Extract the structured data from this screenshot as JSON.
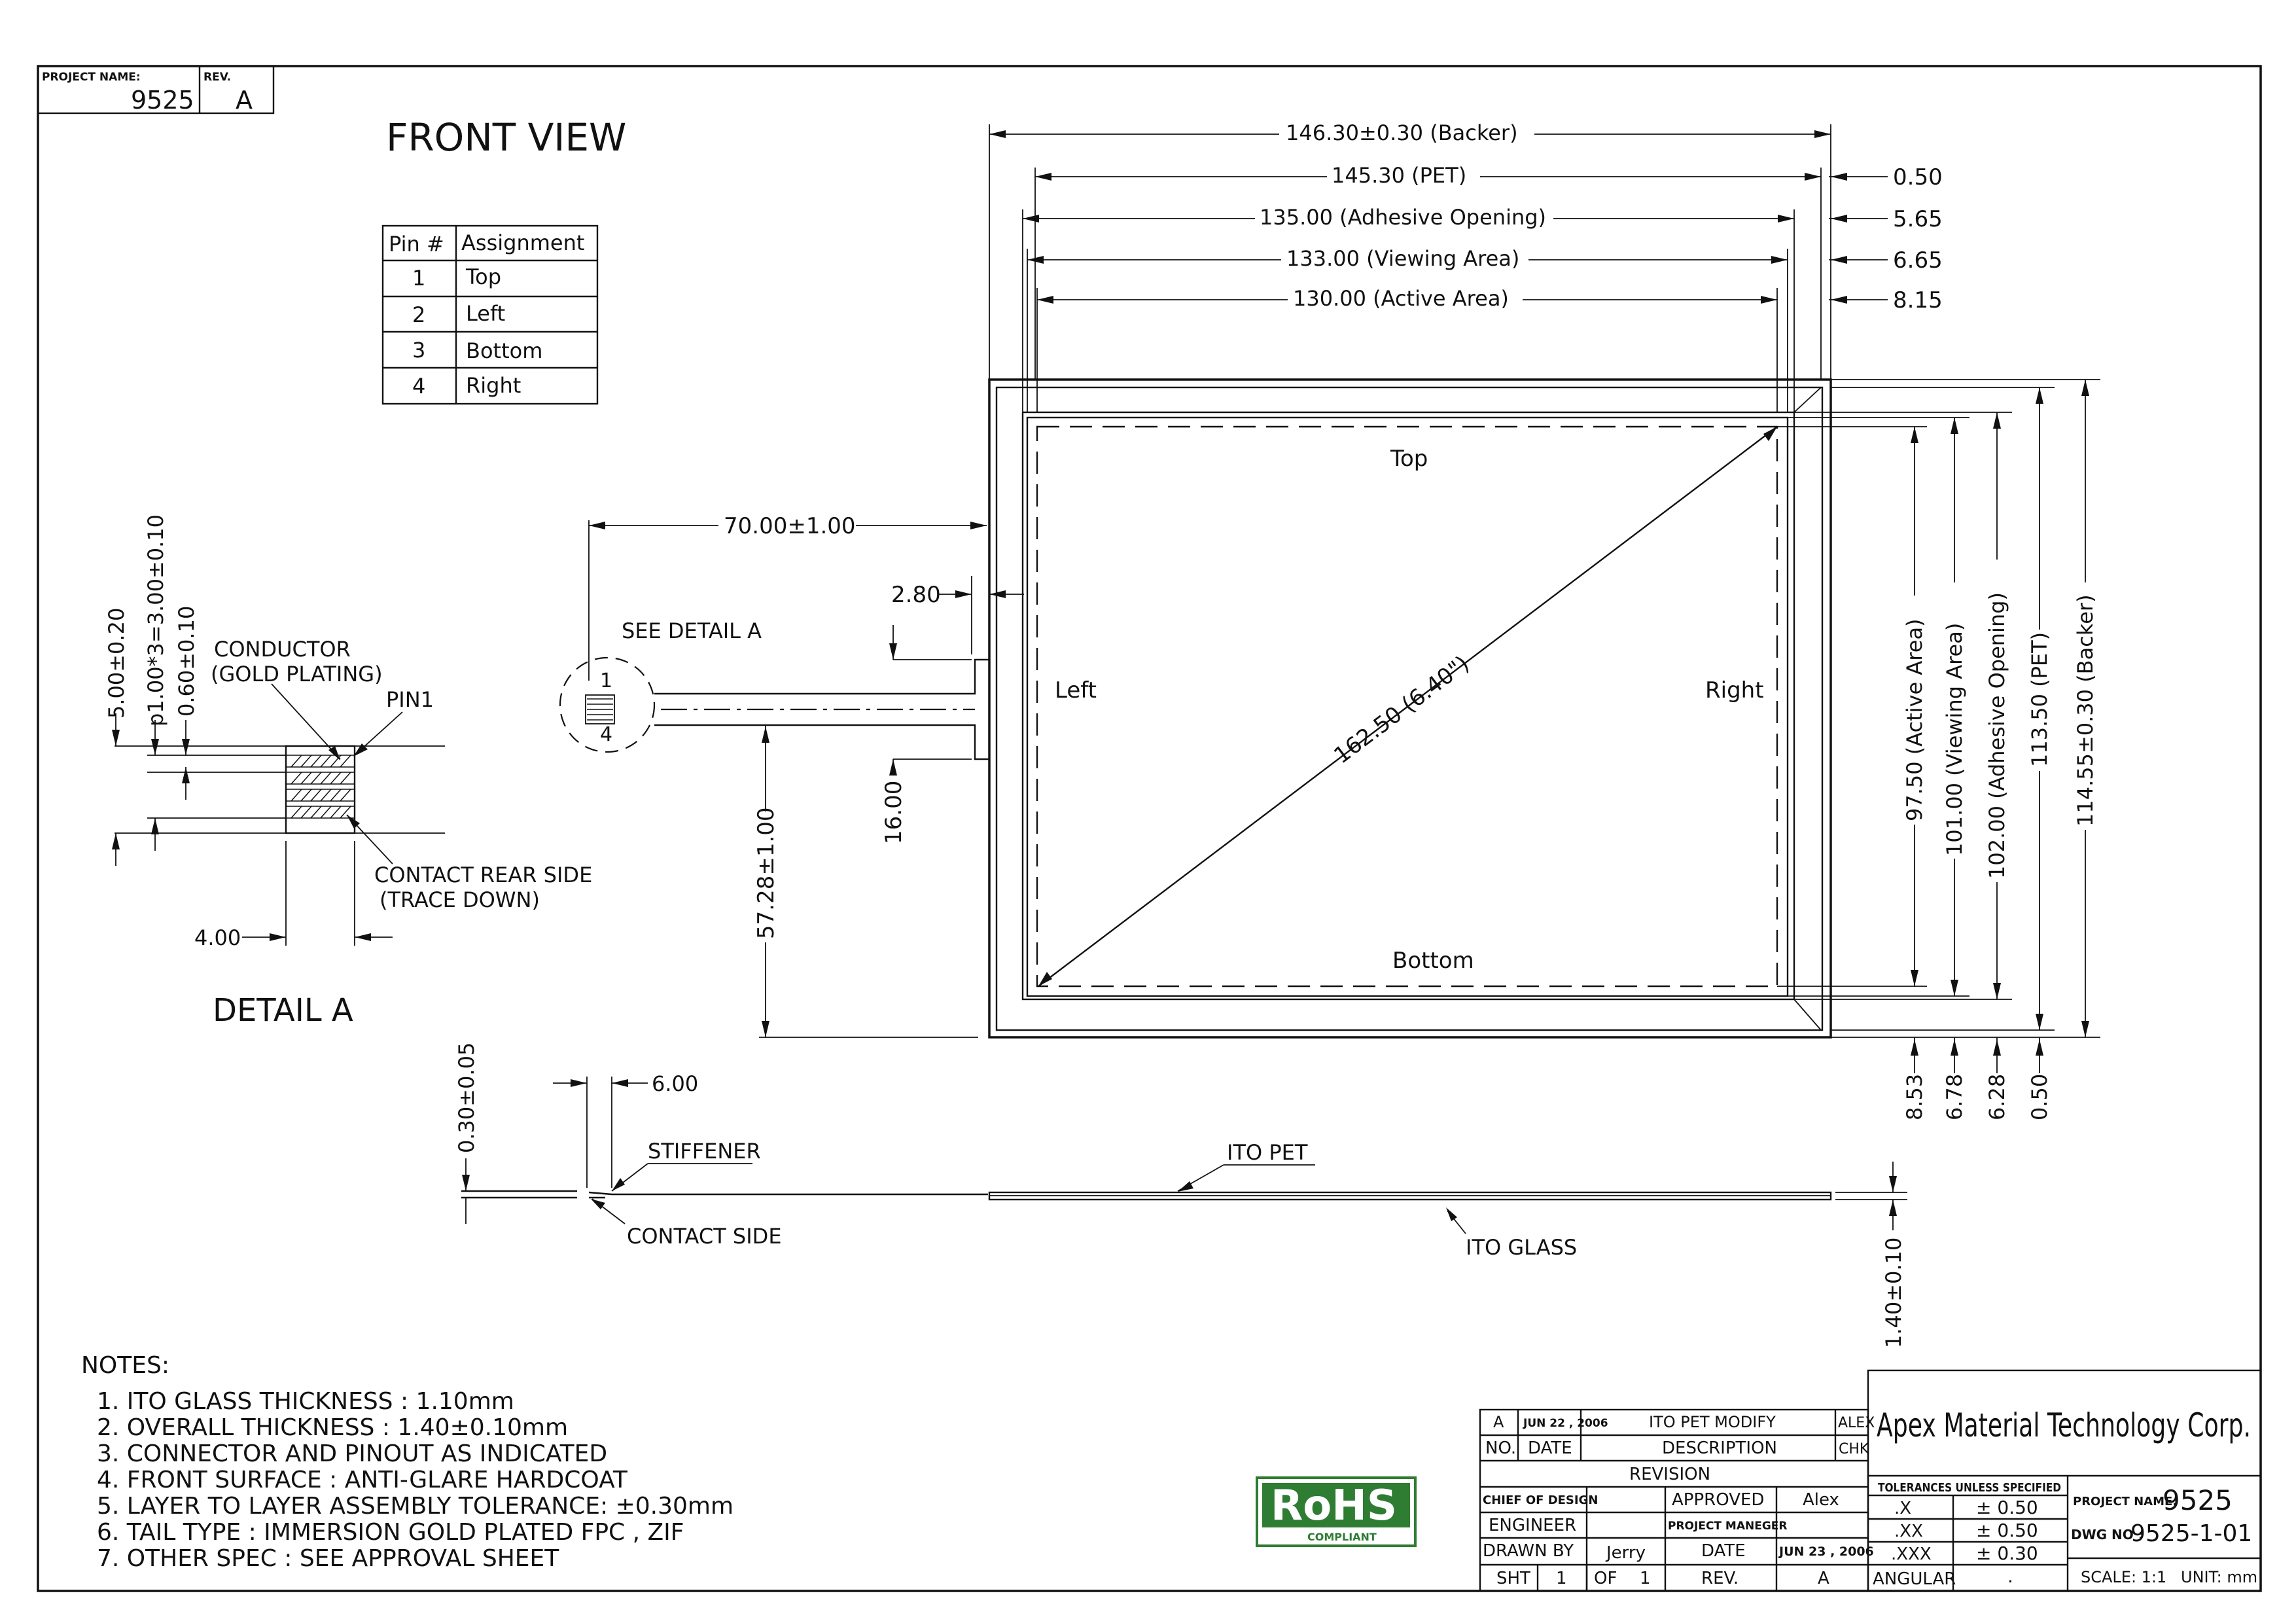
{
  "title_box": {
    "project_name_label": "PROJECT NAME:",
    "project_name": "9525",
    "rev_label": "REV.",
    "rev": "A"
  },
  "front_view": {
    "title": "FRONT VIEW",
    "pin_table": {
      "headers": [
        "Pin #",
        "Assignment"
      ],
      "rows": [
        [
          "1",
          "Top"
        ],
        [
          "2",
          "Left"
        ],
        [
          "3",
          "Bottom"
        ],
        [
          "4",
          "Right"
        ]
      ]
    },
    "dims": {
      "backer_w": "146.30±0.30 (Backer)",
      "pet_w": "145.30 (PET)",
      "adhesive_w": "135.00 (Adhesive Opening)",
      "viewing_w": "133.00 (Viewing Area)",
      "active_w": "130.00 (Active Area)",
      "offset_050": "0.50",
      "offset_565": "5.65",
      "offset_665": "6.65",
      "offset_815": "8.15",
      "active_h": "97.50 (Active Area)",
      "viewing_h": "101.00 (Viewing Area)",
      "adhesive_h": "102.00 (Adhesive Opening)",
      "pet_h": "113.50 (PET)",
      "backer_h": "114.55±0.30 (Backer)",
      "bottom_853": "8.53",
      "bottom_678": "6.78",
      "bottom_628": "6.28",
      "bottom_050": "0.50",
      "diagonal": "162.50 (6.40\")",
      "tail_length": "70.00±1.00",
      "tail_offset": "2.80",
      "tail_width": "16.00",
      "tail_height": "57.28±1.00"
    },
    "labels": {
      "top": "Top",
      "left": "Left",
      "right": "Right",
      "bottom": "Bottom",
      "see_detail": "SEE DETAIL A",
      "pin1": "1",
      "pin4": "4"
    }
  },
  "detail_a": {
    "title": "DETAIL A",
    "conductor": "CONDUCTOR",
    "gold": "(GOLD PLATING)",
    "pin1": "PIN1",
    "contact_rear": "CONTACT REAR SIDE",
    "trace_down": "(TRACE DOWN)",
    "dim_width": "4.00",
    "dim_total": "5.00±0.20",
    "dim_pitch": "p1.00*3=3.00±0.10",
    "dim_pad": "0.60±0.10"
  },
  "side_view": {
    "dim_thickness": "0.30±0.05",
    "dim_stiffener": "6.00",
    "stiffener": "STIFFENER",
    "contact_side": "CONTACT SIDE",
    "ito_pet": "ITO PET",
    "ito_glass": "ITO GLASS",
    "overall": "1.40±0.10"
  },
  "notes": {
    "heading": "NOTES:",
    "items": [
      "1. ITO GLASS THICKNESS : 1.10mm",
      "2. OVERALL THICKNESS : 1.40±0.10mm",
      "3. CONNECTOR AND PINOUT AS INDICATED",
      "4. FRONT SURFACE : ANTI-GLARE HARDCOAT",
      "5. LAYER TO LAYER ASSEMBLY TOLERANCE: ±0.30mm",
      "6. TAIL TYPE : IMMERSION GOLD PLATED FPC , ZIF",
      "7. OTHER SPEC : SEE APPROVAL SHEET"
    ]
  },
  "rohs": {
    "logo": "RoHS",
    "sub": "COMPLIANT"
  },
  "title_block": {
    "rev_row": [
      "A",
      "JUN 22 , 2006",
      "ITO PET MODIFY",
      "ALEX"
    ],
    "rev_header": [
      "NO.",
      "DATE",
      "DESCRIPTION",
      "CHK"
    ],
    "revision": "REVISION",
    "chief": "CHIEF OF DESIGN",
    "approved": "APPROVED",
    "approved_by": "Alex",
    "engineer": "ENGINEER",
    "project_manager": "PROJECT MANEGER",
    "drawn_by": "DRAWN BY",
    "drawer": "Jerry",
    "date_label": "DATE",
    "date": "JUN 23 , 2006",
    "sht": "SHT",
    "sht_no": "1",
    "of": "OF",
    "of_no": "1",
    "rev_label": "REV.",
    "rev": "A",
    "company": "Apex Material Technology Corp.",
    "tolerances": "TOLERANCES UNLESS SPECIFIED",
    "tol_rows": [
      [
        ".X",
        "± 0.50"
      ],
      [
        ".XX",
        "± 0.50"
      ],
      [
        ".XXX",
        "± 0.30"
      ],
      [
        "ANGULAR",
        "."
      ]
    ],
    "project_name_label": "PROJECT NAME:",
    "project_name": "9525",
    "dwg_no_label": "DWG NO :",
    "dwg_no": "9525-1-01",
    "scale": "SCALE: 1:1",
    "unit": "UNIT: mm"
  }
}
